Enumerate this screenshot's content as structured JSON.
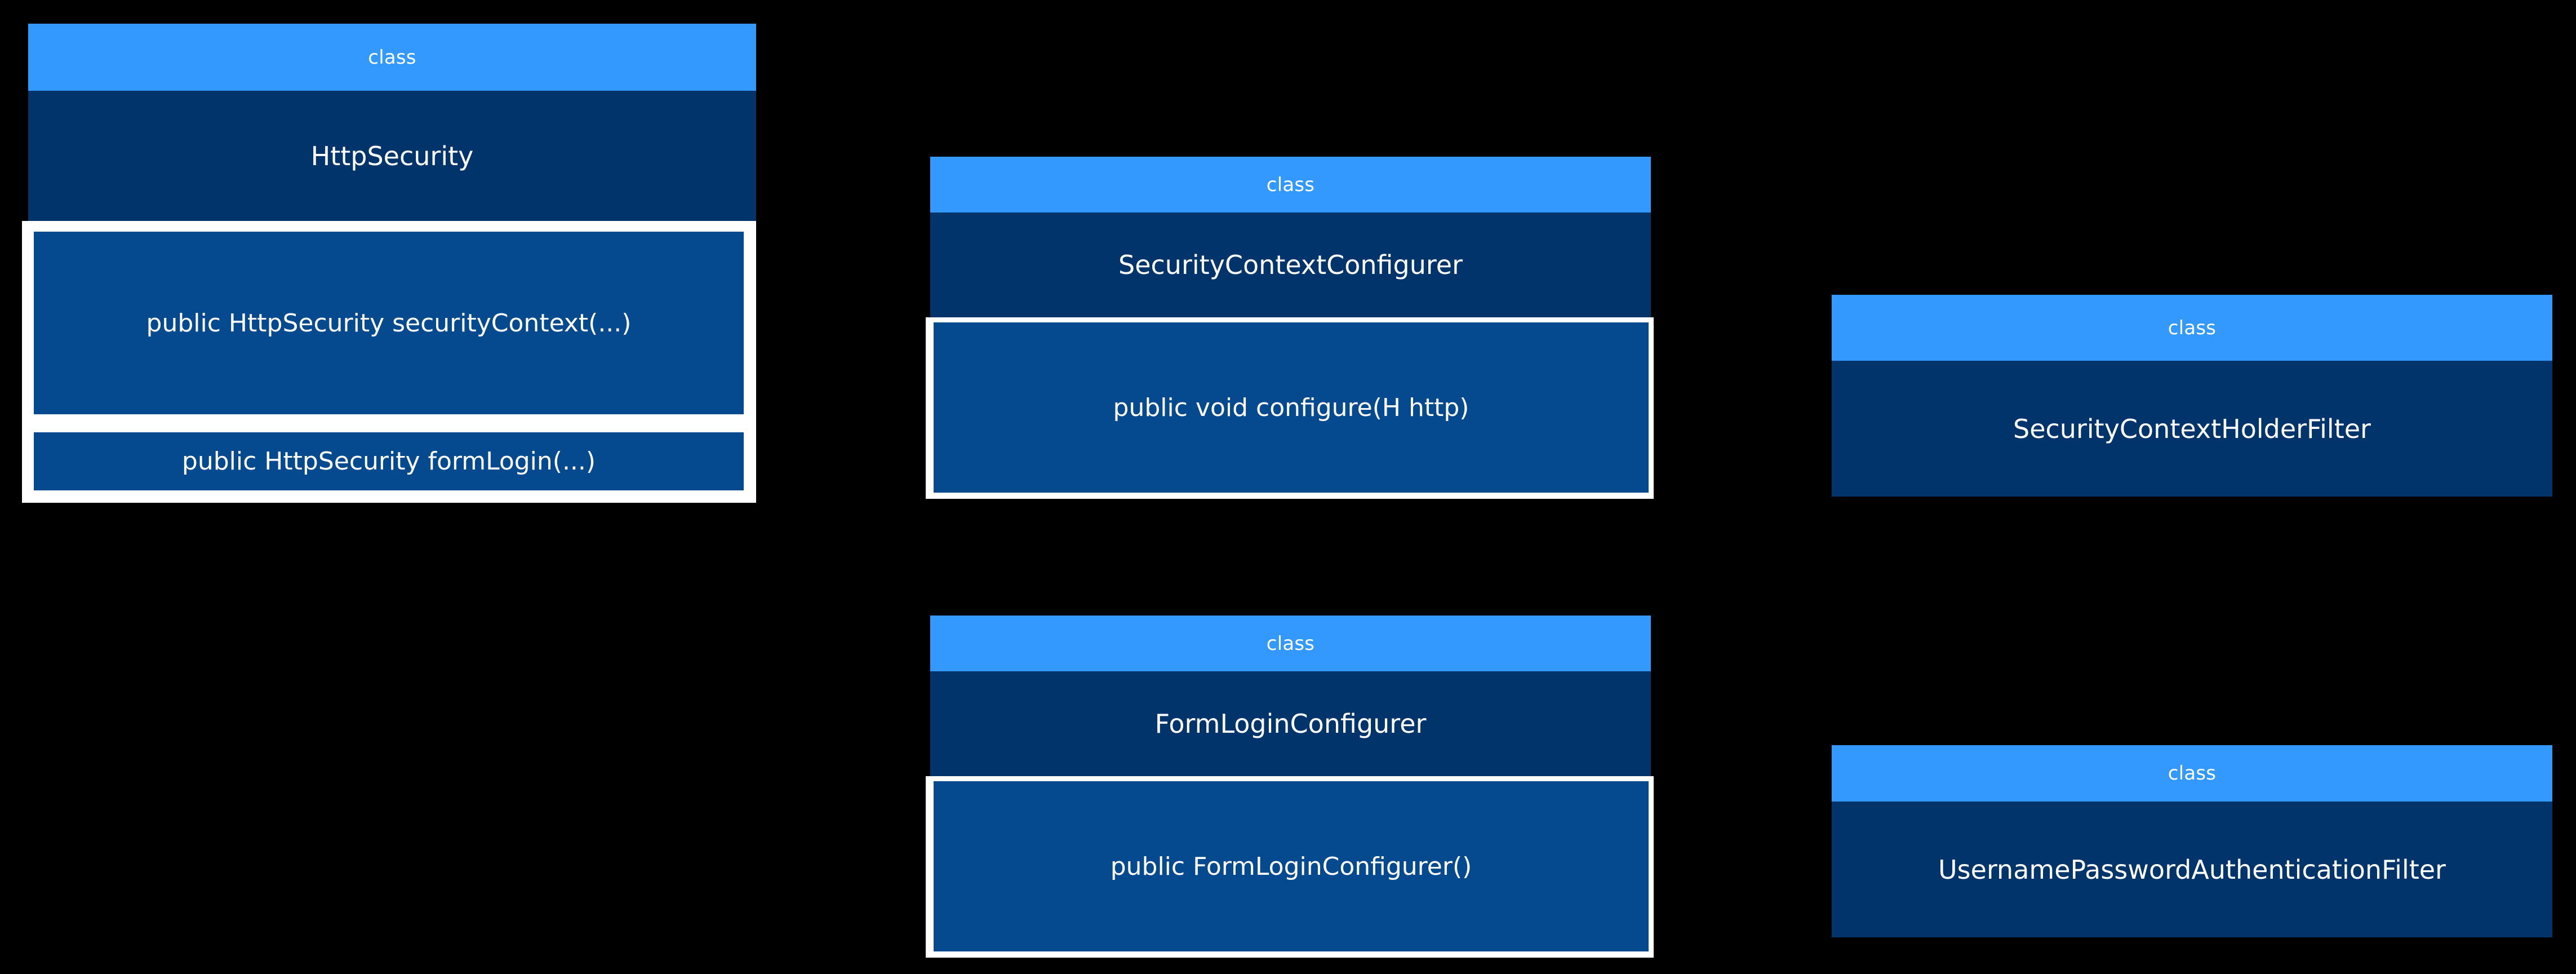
{
  "diagram": {
    "type": "uml-class-diagram",
    "background_color": "#000000",
    "palette": {
      "stereotype_header": "#3399FF",
      "class_name_compartment": "#00346B",
      "method_row": "#054A8F",
      "highlight_border": "#FFFFFF",
      "text": "#FFFFFF"
    },
    "classes": [
      {
        "id": "http-security",
        "stereotype": "class",
        "name": "HttpSecurity",
        "highlighted": true,
        "methods": [
          "public HttpSecurity securityContext(...)",
          "public HttpSecurity formLogin(...)"
        ]
      },
      {
        "id": "security-context-configurer",
        "stereotype": "class",
        "name": "SecurityContextConfigurer",
        "highlighted": true,
        "methods": [
          "public void configure(H http)"
        ]
      },
      {
        "id": "security-context-holder-filter",
        "stereotype": "class",
        "name": "SecurityContextHolderFilter",
        "highlighted": false,
        "methods": []
      },
      {
        "id": "form-login-configurer",
        "stereotype": "class",
        "name": "FormLoginConfigurer",
        "highlighted": true,
        "methods": [
          "public FormLoginConfigurer()"
        ]
      },
      {
        "id": "username-password-authentication-filter",
        "stereotype": "class",
        "name": "UsernamePasswordAuthenticationFilter",
        "highlighted": false,
        "methods": []
      }
    ]
  }
}
